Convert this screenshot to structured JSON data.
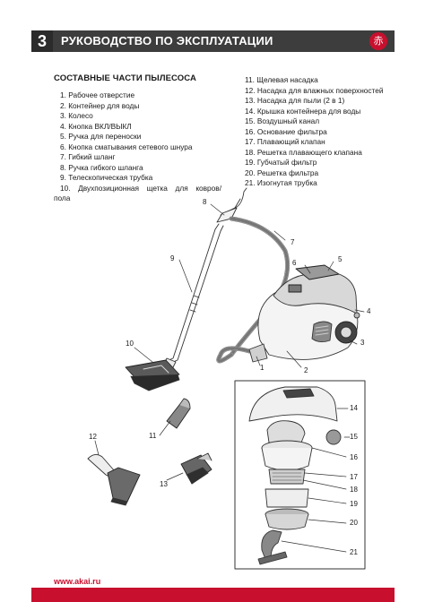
{
  "header": {
    "page_number": "3",
    "title": "РУКОВОДСТВО ПО ЭКСПЛУАТАЦИИ",
    "brand_glyph": "赤"
  },
  "section_title": "СОСТАВНЫЕ ЧАСТИ ПЫЛЕСОСА",
  "parts_left": [
    "1. Рабочее отверстие",
    "2. Контейнер для воды",
    "3. Колесо",
    "4. Кнопка ВКЛ/ВЫКЛ",
    "5. Ручка для переноски",
    "6. Кнопка сматывания сетевого шнура",
    "7. Гибкий шланг",
    "8. Ручка гибкого шланга",
    "9. Телескопическая трубка"
  ],
  "part_10_line1": "10. Двухпозиционная щетка для ковров/",
  "part_10_line2": "пола",
  "parts_right": [
    "11. Щелевая насадка",
    "12. Насадка для влажных поверхностей",
    "13. Насадка для пыли (2 в 1)",
    "14. Крышка контейнера для воды",
    "15. Воздушный канал",
    "16. Основание фильтра",
    "17. Плавающий клапан",
    "18. Решетка плавающего клапана",
    "19. Губчатый фильтр",
    "20. Решетка фильтра",
    "21. Изогнутая трубка"
  ],
  "callouts": {
    "c1": "1",
    "c2": "2",
    "c3": "3",
    "c4": "4",
    "c5": "5",
    "c6": "6",
    "c7": "7",
    "c8": "8",
    "c9": "9",
    "c10": "10",
    "c11": "11",
    "c12": "12",
    "c13": "13",
    "c14": "14",
    "c15": "15",
    "c16": "16",
    "c17": "17",
    "c18": "18",
    "c19": "19",
    "c20": "20",
    "c21": "21"
  },
  "footer": {
    "url": "www.akai.ru"
  },
  "colors": {
    "header_bg": "#3d3d3d",
    "accent": "#c8102e"
  }
}
